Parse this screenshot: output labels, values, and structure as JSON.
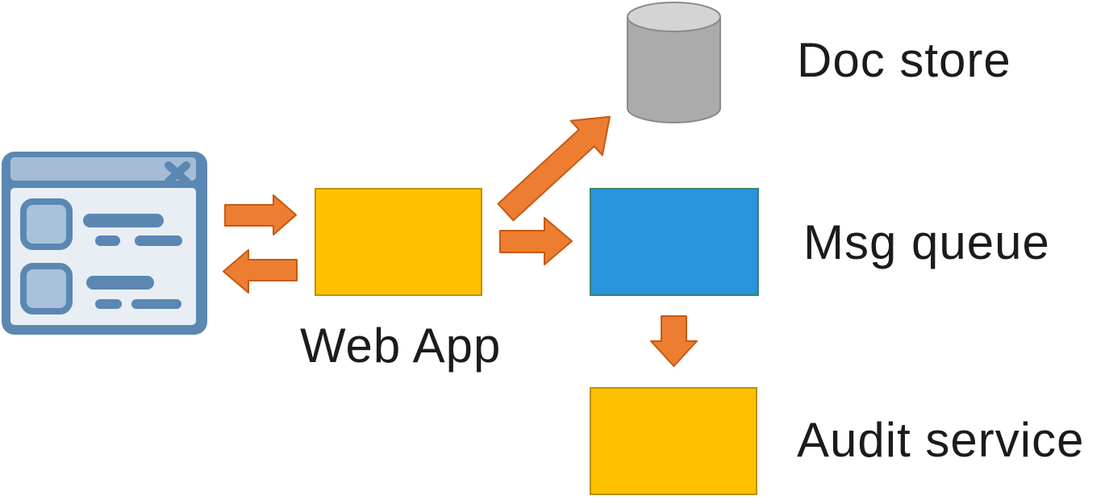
{
  "diagram": {
    "labels": {
      "web_app": "Web App",
      "doc_store": "Doc store",
      "msg_queue": "Msg queue",
      "audit_service": "Audit service"
    },
    "nodes": [
      {
        "id": "browser-client",
        "shape": "browser-window-icon",
        "label": ""
      },
      {
        "id": "web-app",
        "shape": "rectangle",
        "fill": "#FFC000",
        "label": "Web App"
      },
      {
        "id": "doc-store",
        "shape": "cylinder",
        "fill": "#ABABAB",
        "label": "Doc store"
      },
      {
        "id": "msg-queue",
        "shape": "rectangle",
        "fill": "#2794DC",
        "label": "Msg queue"
      },
      {
        "id": "audit-service",
        "shape": "rectangle",
        "fill": "#FFC000",
        "label": "Audit service"
      }
    ],
    "edges": [
      {
        "from": "browser-client",
        "to": "web-app",
        "style": "block-arrow",
        "direction": "right"
      },
      {
        "from": "web-app",
        "to": "browser-client",
        "style": "block-arrow",
        "direction": "left"
      },
      {
        "from": "web-app",
        "to": "doc-store",
        "style": "block-arrow",
        "direction": "up-right"
      },
      {
        "from": "web-app",
        "to": "msg-queue",
        "style": "block-arrow",
        "direction": "right"
      },
      {
        "from": "msg-queue",
        "to": "audit-service",
        "style": "block-arrow",
        "direction": "down"
      }
    ],
    "colors": {
      "background": "#FFFFFF",
      "box_yellow": "#FFC000",
      "box_yellow_border": "#BF9000",
      "box_blue": "#2794DC",
      "box_blue_border": "#3C8373",
      "arrow_fill": "#ED7D31",
      "arrow_border": "#C55A11",
      "cylinder_body": "#ABABAB",
      "cylinder_top": "#D4D4D4",
      "cylinder_border": "#8A8A8A",
      "browser_icon_frame": "#5B87B2",
      "browser_icon_titlebar": "#A4BCD6",
      "browser_icon_content": "#E8EEF4",
      "browser_icon_thumb": "#A9C2DB",
      "label_text": "#1B1B1B"
    }
  }
}
